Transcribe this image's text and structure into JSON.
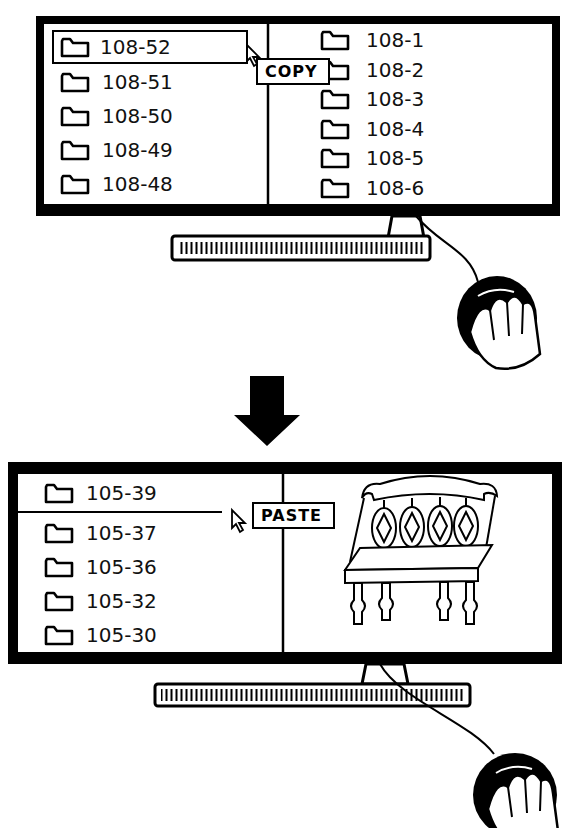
{
  "diagram": {
    "nodes": [
      {
        "text": [
          "108-51",
          "108-50",
          "108-49",
          "108-48"
        ]
      },
      {
        "text": [
          "108-52"
        ],
        "in": 0
      },
      {
        "text": [
          "COPY"
        ]
      },
      {
        "text": [
          "108-1",
          "108-2",
          "108-3",
          "108-4",
          "108-5",
          "108-6"
        ]
      },
      {
        "text": [
          "105-39",
          "105-37",
          "105-36",
          "105-32",
          "105-30"
        ]
      },
      {
        "text": [
          "PASTE"
        ]
      }
    ]
  }
}
